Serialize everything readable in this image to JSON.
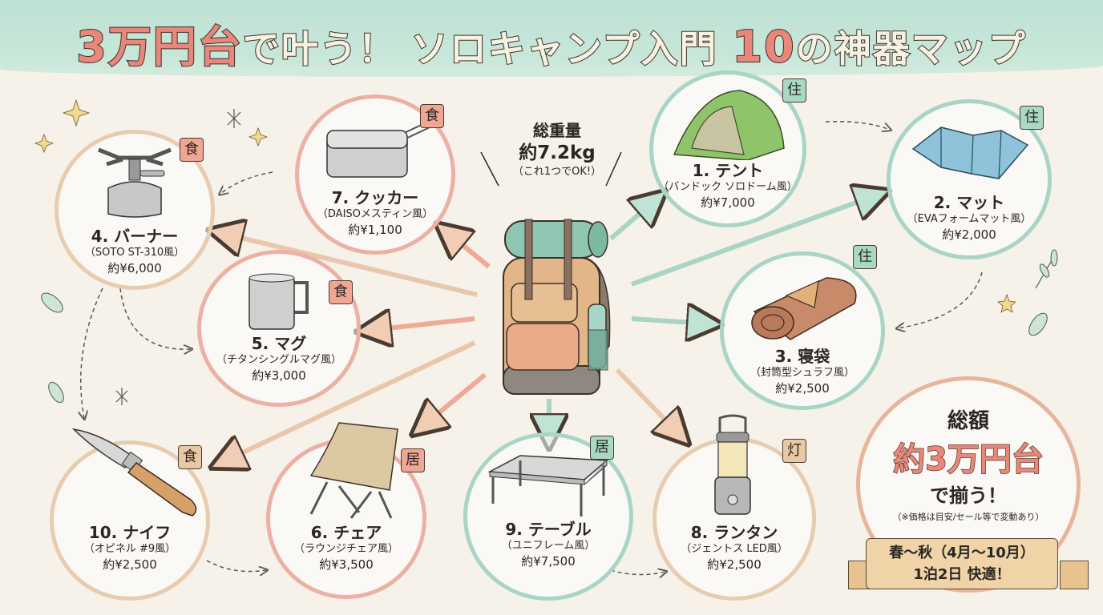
{
  "header": {
    "title_part1": "3万円台",
    "title_part2": "で叶う！ ソロキャンプ入門 ",
    "title_part3": "10",
    "title_part4": "の神器マップ"
  },
  "center": {
    "weight_label": "総重量",
    "weight_value": "約7.2kg",
    "weight_note": "（これ1つでOK!）",
    "icon": "backpack-icon"
  },
  "categories": {
    "food": "食",
    "home": "住",
    "living": "居",
    "light": "灯"
  },
  "items": [
    {
      "id": 1,
      "name": "1. テント",
      "model": "（バンドック ソロドーム風）",
      "price": "約¥7,000",
      "category": "住",
      "icon": "tent-icon"
    },
    {
      "id": 2,
      "name": "2. マット",
      "model": "（EVAフォームマット風）",
      "price": "約¥2,000",
      "category": "住",
      "icon": "mat-icon"
    },
    {
      "id": 3,
      "name": "3. 寝袋",
      "model": "（封筒型シュラフ風）",
      "price": "約¥2,500",
      "category": "住",
      "icon": "sleeping-bag-icon"
    },
    {
      "id": 4,
      "name": "4. バーナー",
      "model": "（SOTO ST-310風）",
      "price": "約¥6,000",
      "category": "食",
      "icon": "burner-icon"
    },
    {
      "id": 5,
      "name": "5. マグ",
      "model": "（チタンシングルマグ風）",
      "price": "約¥3,000",
      "category": "食",
      "icon": "mug-icon"
    },
    {
      "id": 6,
      "name": "6. チェア",
      "model": "（ラウンジチェア風）",
      "price": "約¥3,500",
      "category": "居",
      "icon": "chair-icon"
    },
    {
      "id": 7,
      "name": "7. クッカー",
      "model": "（DAISOメスティン風）",
      "price": "約¥1,100",
      "category": "食",
      "icon": "cooker-icon"
    },
    {
      "id": 8,
      "name": "8. ランタン",
      "model": "（ジェントス LED風）",
      "price": "約¥2,500",
      "category": "灯",
      "icon": "lantern-icon"
    },
    {
      "id": 9,
      "name": "9. テーブル",
      "model": "（ユニフレーム風）",
      "price": "約¥7,500",
      "category": "居",
      "icon": "table-icon"
    },
    {
      "id": 10,
      "name": "10. ナイフ",
      "model": "（オピネル #9風）",
      "price": "約¥2,500",
      "category": "食",
      "icon": "knife-icon"
    }
  ],
  "summary": {
    "label": "総額",
    "amount": "約3万円台",
    "tagline": "で揃う！",
    "note": "（※価格は目安/セール等で変動あり）",
    "season": "春〜秋（4月〜10月）",
    "trip": "1泊2日 快適！"
  },
  "colors": {
    "accent_red": "#e8877a",
    "food_tag": "#efa693",
    "home_tag": "#a9d8c3",
    "light_tag": "#e9c9a3",
    "banner": "#c6e6d8",
    "background": "#f6f2e9"
  }
}
